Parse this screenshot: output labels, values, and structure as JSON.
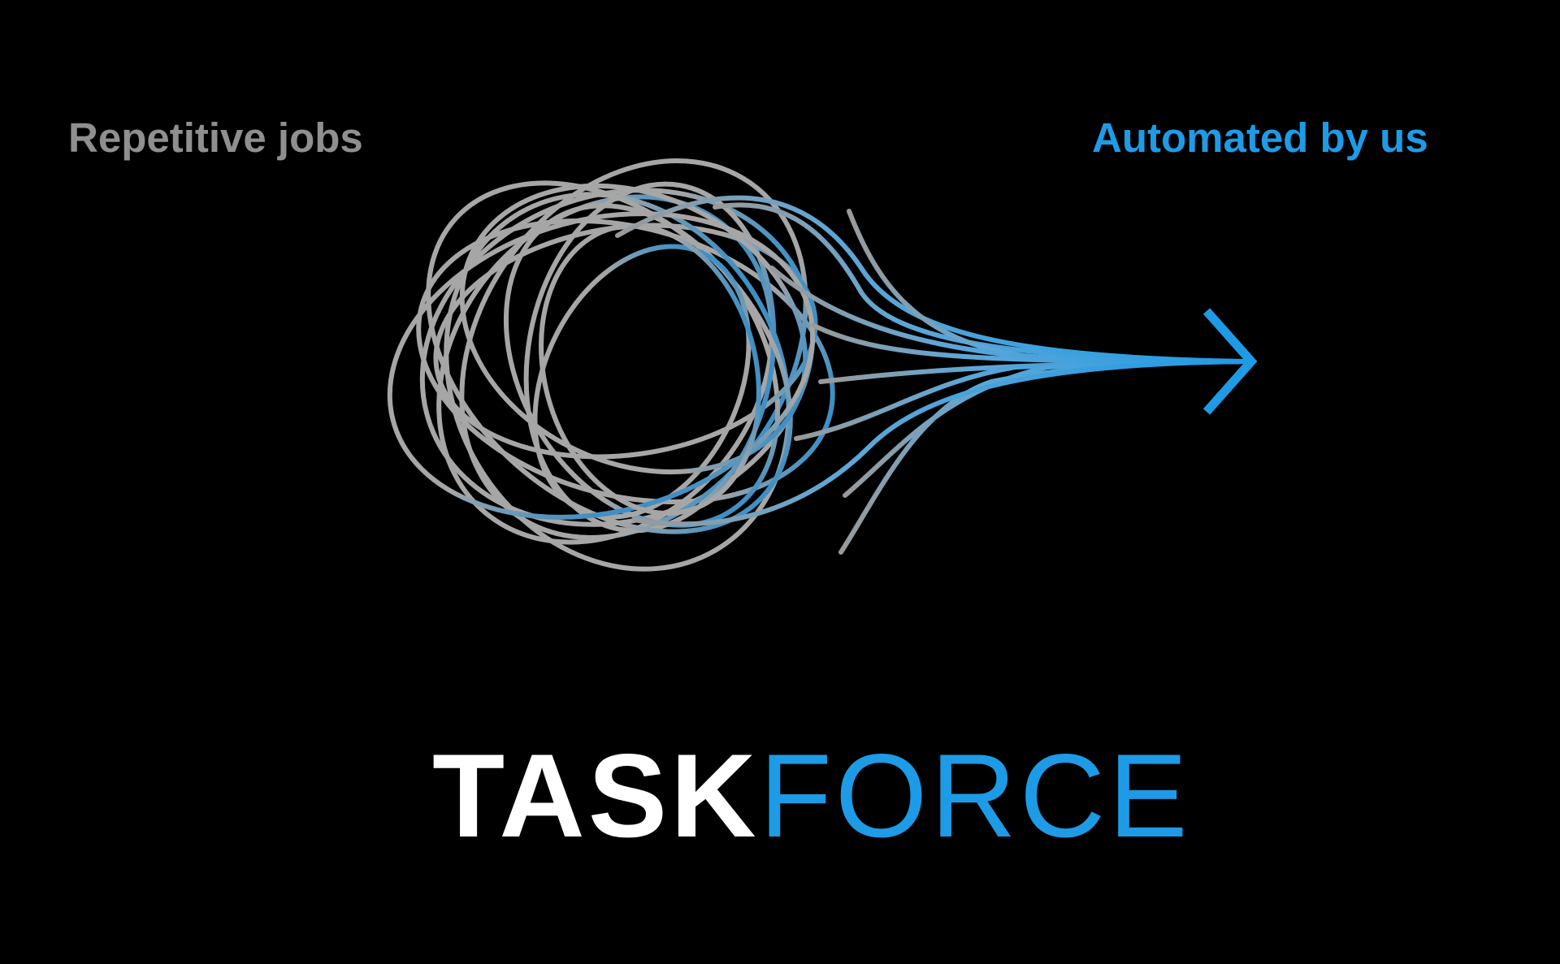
{
  "captions": {
    "left": "Repetitive jobs",
    "right": "Automated by us"
  },
  "logo": {
    "word_part_1": "TASK",
    "word_part_2": "FORCE"
  },
  "colors": {
    "background": "#000000",
    "gray": "#8f8f8f",
    "accent_blue": "#1e9be6",
    "white": "#ffffff"
  },
  "icons": {
    "emblem": "tangled-loops-to-arrow-icon"
  }
}
